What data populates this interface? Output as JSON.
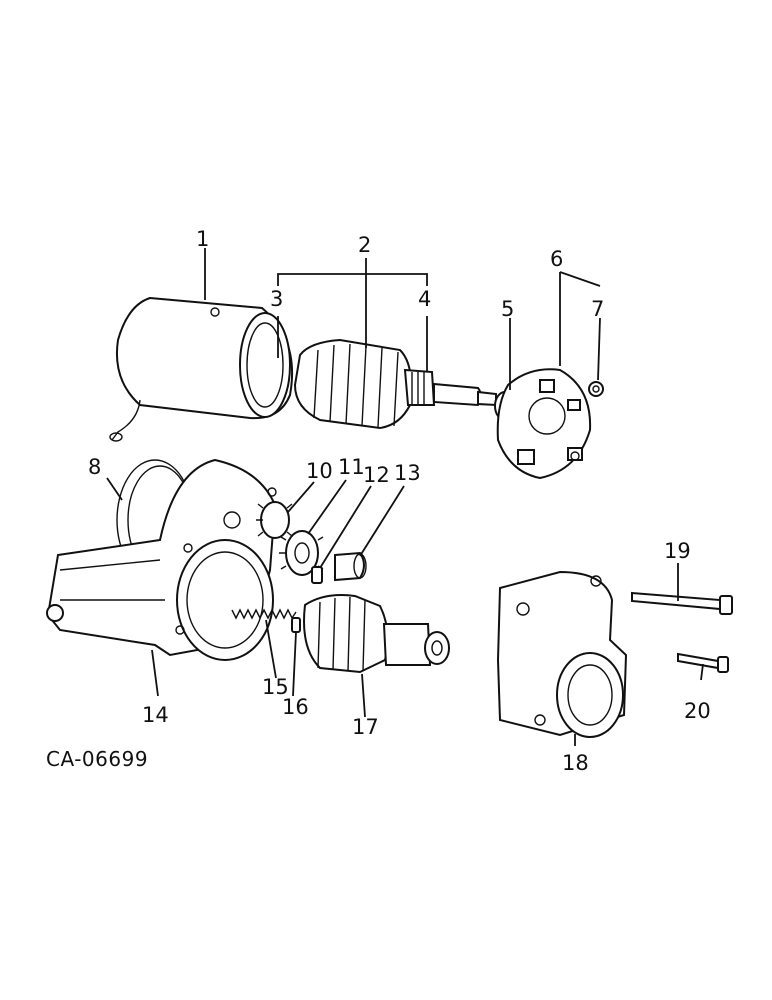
{
  "diagram": {
    "reference_code": "CA-06699",
    "callouts": [
      "1",
      "2",
      "3",
      "4",
      "5",
      "6",
      "7",
      "8",
      "10",
      "11",
      "12",
      "13",
      "14",
      "15",
      "16",
      "17",
      "18",
      "19",
      "20"
    ]
  }
}
